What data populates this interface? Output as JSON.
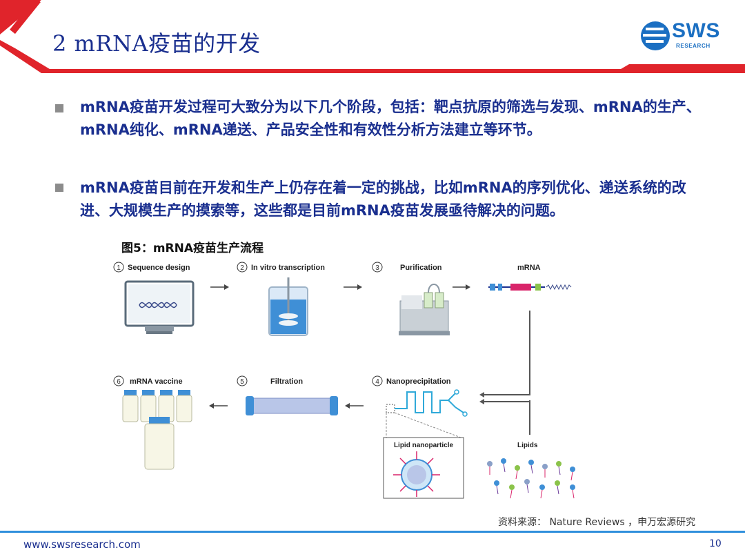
{
  "slide": {
    "title": "2 mRNA疫苗的开发",
    "page_number": "10",
    "website": "www.swsresearch.com"
  },
  "logo": {
    "text": "SWS",
    "subtext": "RESEARCH"
  },
  "bullets": [
    "mRNA疫苗开发过程可大致分为以下几个阶段，包括：靶点抗原的筛选与发现、mRNA的生产、mRNA纯化、mRNA递送、产品安全性和有效性分析方法建立等环节。",
    "mRNA疫苗目前在开发和生产上仍存在着一定的挑战，比如mRNA的序列优化、递送系统的改进、大规模生产的摸索等，这些都是目前mRNA疫苗发展亟待解决的问题。"
  ],
  "figure": {
    "title": "图5：mRNA疫苗生产流程",
    "steps": [
      {
        "num": "1",
        "label": "Sequence design"
      },
      {
        "num": "2",
        "label": "In vitro transcription"
      },
      {
        "num": "3",
        "label": "Purification"
      },
      {
        "num": "",
        "label": "mRNA"
      },
      {
        "num": "6",
        "label": "mRNA vaccine"
      },
      {
        "num": "5",
        "label": "Filtration"
      },
      {
        "num": "4",
        "label": "Nanoprecipitation"
      }
    ],
    "lipid_nanoparticle_label": "Lipid nanoparticle",
    "lipids_label": "Lipids"
  },
  "source": "资料来源： Nature Reviews ，申万宏源研究",
  "colors": {
    "title_blue": "#1a2f8f",
    "accent_red": "#e0242b",
    "logo_blue": "#1b6fc2",
    "footer_blue": "#2f8fdc"
  }
}
